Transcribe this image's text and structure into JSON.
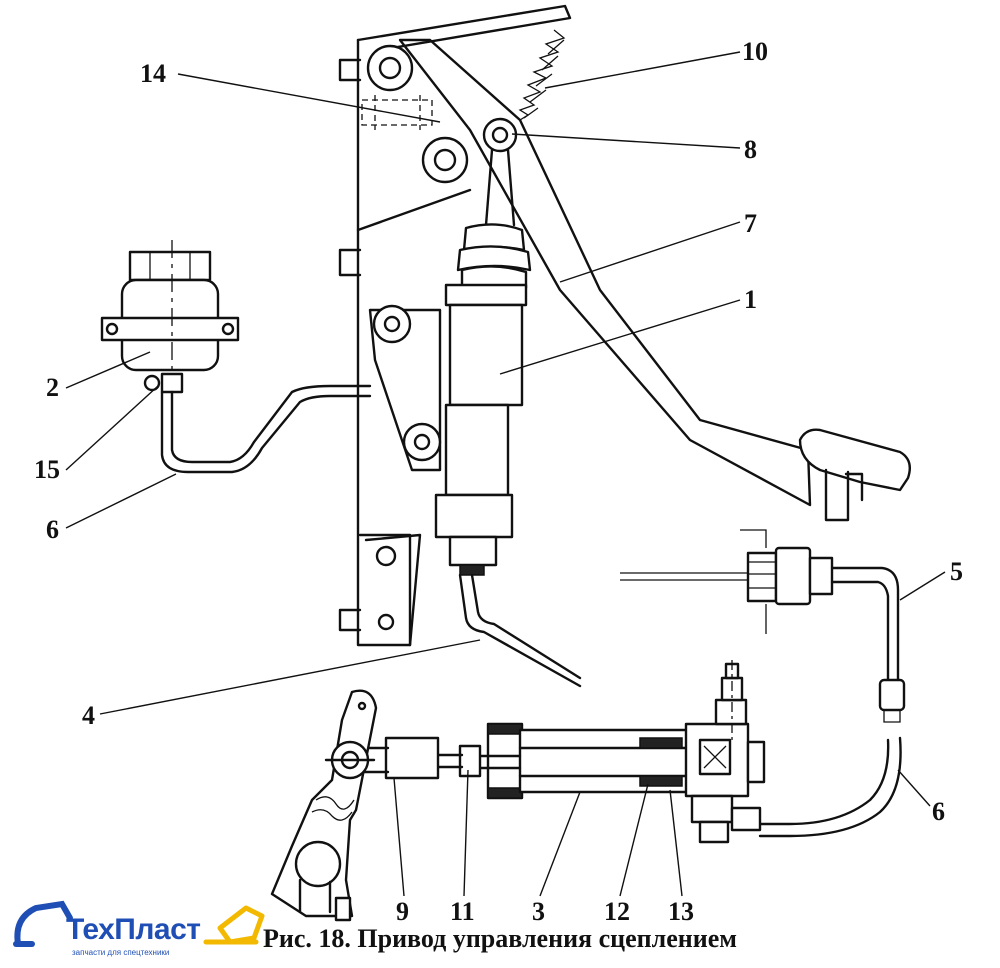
{
  "caption": "Рис. 18. Привод управления сцеплением",
  "callouts": [
    "14",
    "10",
    "8",
    "7",
    "1",
    "2",
    "15",
    "6",
    "5",
    "4",
    "6",
    "9",
    "11",
    "3",
    "12",
    "13"
  ],
  "watermark": {
    "brand": "ТехПласт",
    "tagline": "запчасти для спецтехники",
    "brand_color": "#1f4fb4",
    "accent_color": "#f2b900"
  }
}
